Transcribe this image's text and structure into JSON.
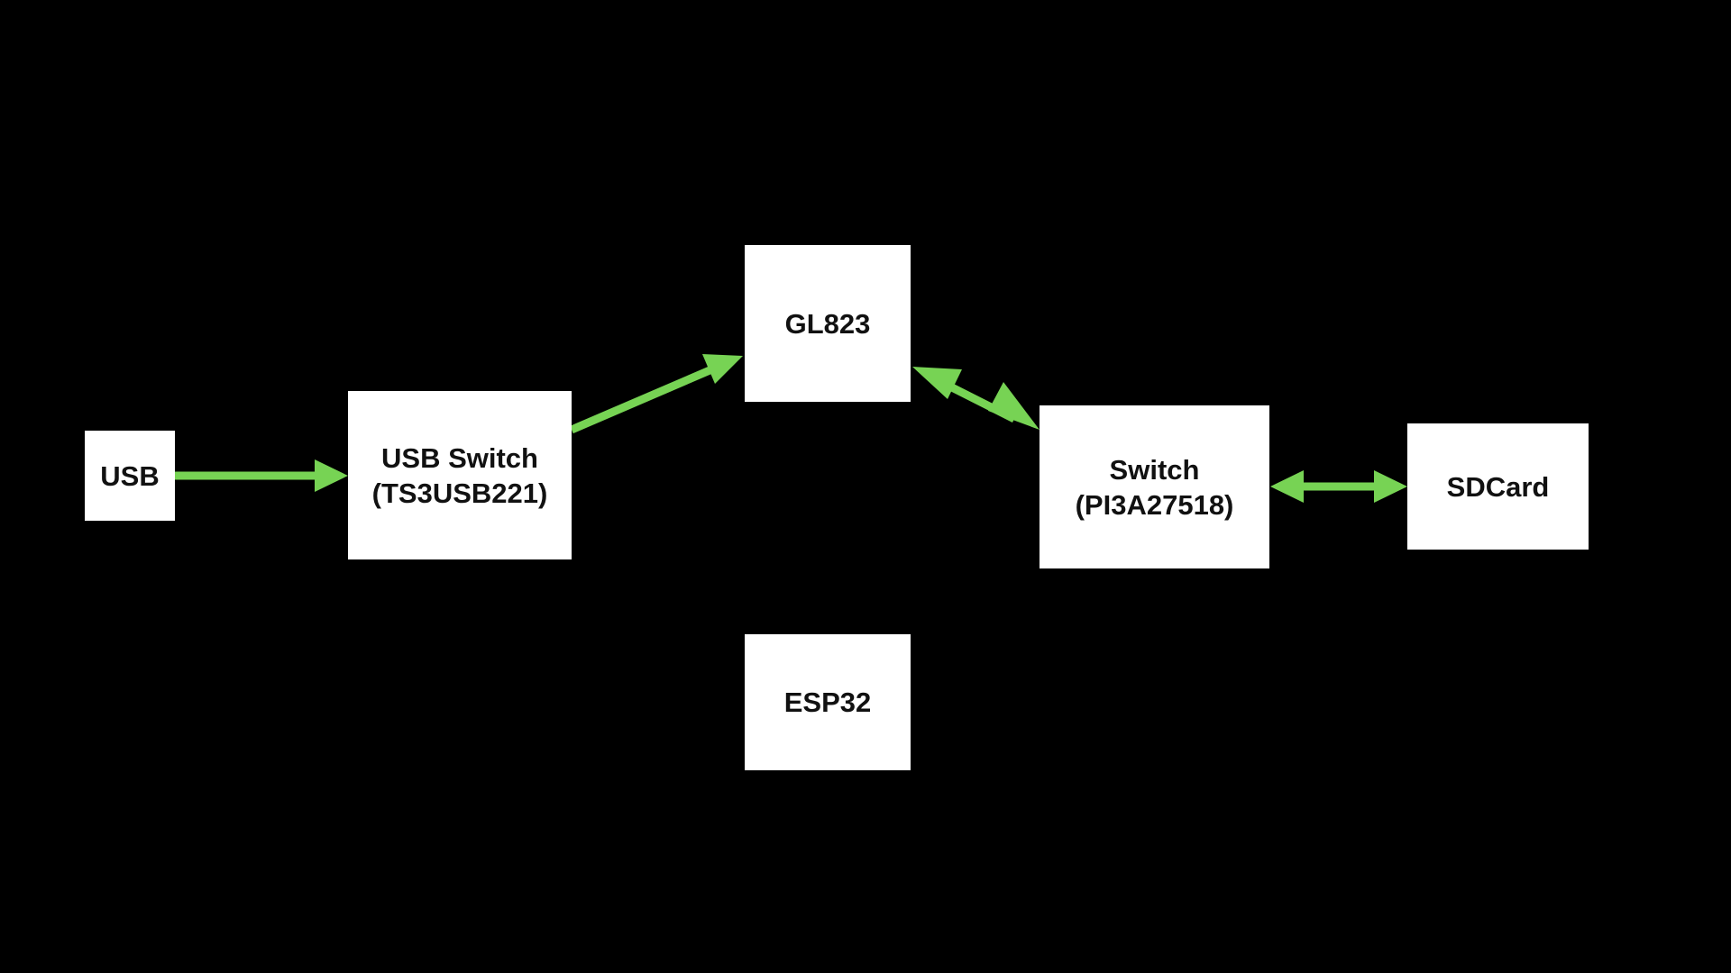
{
  "diagram": {
    "background": "#000000",
    "box_color": "#ffffff",
    "arrow_color": "#77d354",
    "nodes": {
      "usb": {
        "line1": "USB"
      },
      "usb_switch": {
        "line1": "USB Switch",
        "line2": "(TS3USB221)"
      },
      "gl823": {
        "line1": "GL823"
      },
      "switch": {
        "line1": "Switch",
        "line2": "(PI3A27518)"
      },
      "sdcard": {
        "line1": "SDCard"
      },
      "esp32": {
        "line1": "ESP32"
      }
    },
    "edges": [
      {
        "from": "USB",
        "to": "USB Switch",
        "direction": "forward"
      },
      {
        "from": "USB Switch",
        "to": "GL823",
        "direction": "forward"
      },
      {
        "from": "GL823",
        "to": "Switch",
        "direction": "both"
      },
      {
        "from": "Switch",
        "to": "SDCard",
        "direction": "both"
      }
    ]
  }
}
